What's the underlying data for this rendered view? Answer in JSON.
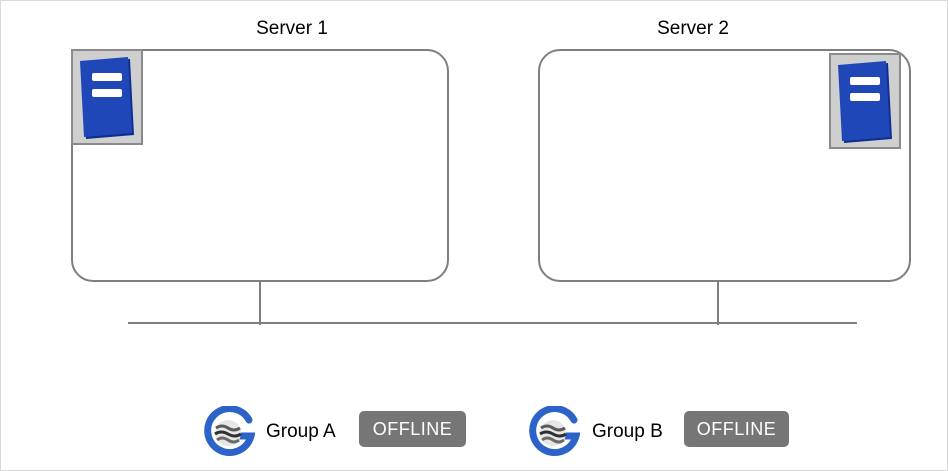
{
  "servers": [
    {
      "name": "Server 1",
      "icon": "server-icon"
    },
    {
      "name": "Server 2",
      "icon": "server-icon"
    }
  ],
  "groups": [
    {
      "name": "Group A",
      "status": "OFFLINE",
      "icon": "group-icon"
    },
    {
      "name": "Group B",
      "status": "OFFLINE",
      "icon": "group-icon"
    }
  ],
  "colors": {
    "server_icon_blue": "#1f47b8",
    "badge_gray": "#767676",
    "outline_gray": "#7f7f7f",
    "group_icon_blue": "#2b63c8"
  }
}
